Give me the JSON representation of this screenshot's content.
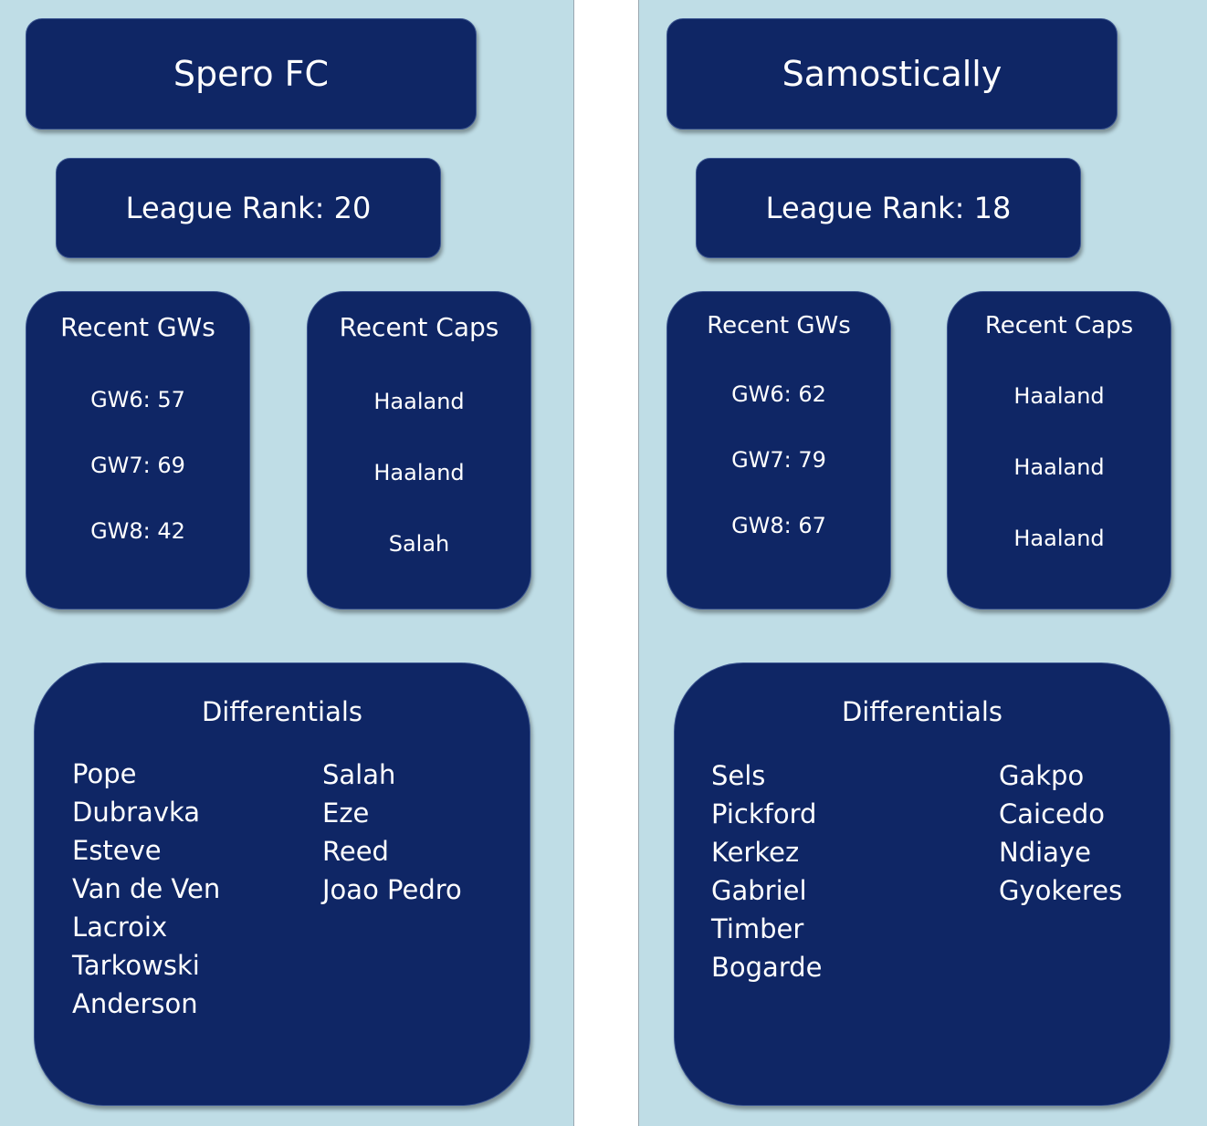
{
  "teams": [
    {
      "name": "Spero FC",
      "rank_label": "League Rank:",
      "rank": "20",
      "recent_gws": {
        "heading": "Recent GWs",
        "items": [
          "GW6: 57",
          "GW7: 69",
          "GW8: 42"
        ]
      },
      "recent_caps": {
        "heading": "Recent Caps",
        "items": [
          "Haaland",
          "Haaland",
          "Salah"
        ]
      },
      "differentials": {
        "heading": "Differentials",
        "col1": [
          "Pope",
          "Dubravka",
          "Esteve",
          "Van de Ven",
          "Lacroix",
          "Tarkowski",
          "Anderson"
        ],
        "col2": [
          "Salah",
          "Eze",
          "Reed",
          "Joao Pedro"
        ]
      }
    },
    {
      "name": "Samostically",
      "rank_label": "League Rank:",
      "rank": "18",
      "recent_gws": {
        "heading": "Recent GWs",
        "items": [
          "GW6: 62",
          "GW7: 79",
          "GW8: 67"
        ]
      },
      "recent_caps": {
        "heading": "Recent Caps",
        "items": [
          "Haaland",
          "Haaland",
          "Haaland"
        ]
      },
      "differentials": {
        "heading": "Differentials",
        "col1": [
          "Sels",
          "Pickford",
          "Kerkez",
          "Gabriel",
          "Timber",
          "Bogarde"
        ],
        "col2": [
          "Gakpo",
          "Caicedo",
          "Ndiaye",
          "Gyokeres"
        ]
      }
    }
  ],
  "colors": {
    "panel_background": "#bfdde6",
    "card_fill": "#0f2665",
    "card_border": "#3c5691",
    "text": "#ffffff"
  }
}
